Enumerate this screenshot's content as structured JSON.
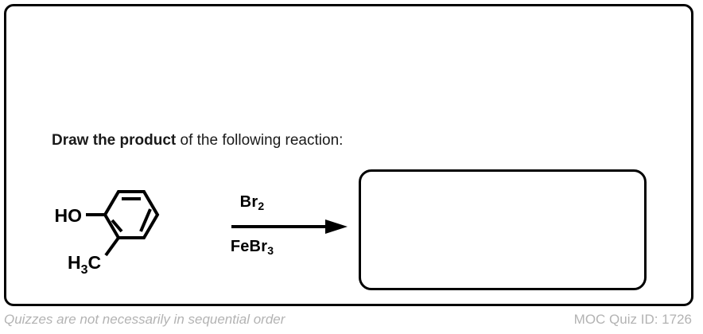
{
  "card": {
    "border_color": "#000000"
  },
  "prompt": {
    "bold_part": "Draw the product",
    "rest_part": " of the following reaction:"
  },
  "reaction": {
    "starting_material": {
      "name": "2-methylphenol",
      "skeletal_formula": "ortho-cresol",
      "labels": {
        "hydroxyl": "HO",
        "hydroxyl_bond": "single-bond",
        "methyl_main": "H",
        "methyl_sub": "3",
        "methyl_tail": "C",
        "methyl_bond": "single-bond"
      },
      "ring": {
        "type": "benzene",
        "double_bonds": 3
      }
    },
    "reagents": {
      "above_arrow_main": "Br",
      "above_arrow_sub": "2",
      "below_arrow_main": "FeBr",
      "below_arrow_sub": "3"
    },
    "arrow": {
      "direction": "right",
      "style": "solid"
    },
    "answer_box": {
      "value": "",
      "placeholder": ""
    }
  },
  "footer": {
    "note": "Quizzes are not necessarily in sequential order",
    "quiz_id": "MOC Quiz ID: 1726",
    "text_color": "#b3b3b3"
  }
}
